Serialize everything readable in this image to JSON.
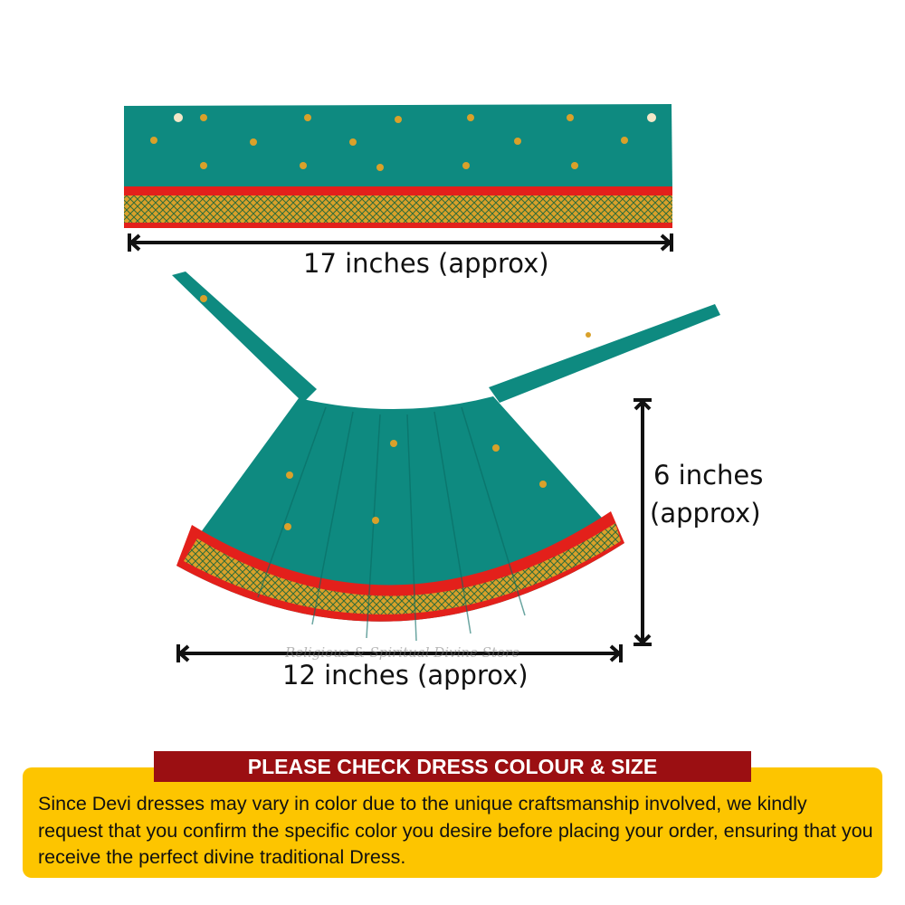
{
  "product": {
    "blouse_dimension": "17 inches (approx)",
    "skirt_height_value": "6 inches",
    "skirt_height_note": "(approx)",
    "skirt_width": "12 inches (approx)",
    "watermark": "Religious & Spiritual Divine Store"
  },
  "notice": {
    "title": "PLEASE CHECK DRESS COLOUR & SIZE",
    "body": "Since Devi dresses may vary in color due to the unique craftsmanship involved, we kindly request that you confirm the specific color you desire before placing your order, ensuring that you receive the perfect divine traditional Dress."
  },
  "colors": {
    "fabric": "#0e8a80",
    "border_red": "#e3201b",
    "border_gold": "#d9a12a",
    "banner": "#9b0f12",
    "note_bg": "#fdc500"
  }
}
